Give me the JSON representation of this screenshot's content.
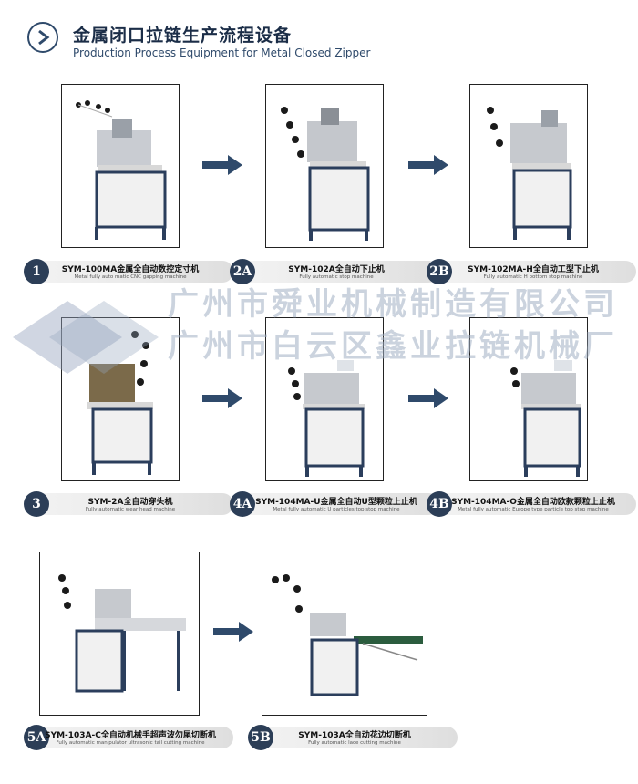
{
  "header": {
    "title_cn": "金属闭口拉链生产流程设备",
    "title_en": "Production Process Equipment for Metal Closed Zipper"
  },
  "watermark": {
    "line1": "广州市舜业机械制造有限公司",
    "line2": "广州市白云区鑫业拉链机械厂"
  },
  "machines": [
    {
      "badge": "1",
      "model": "SYM-100MA金属全自动数控定寸机",
      "desc": "Metal fully auto matic CNC gapping machine"
    },
    {
      "badge": "2A",
      "model": "SYM-102A全自动下止机",
      "desc": "Fully automatic  stop machine"
    },
    {
      "badge": "2B",
      "model": "SYM-102MA-H全自动工型下止机",
      "desc": "Fully automatic H bottom stop machine"
    },
    {
      "badge": "3",
      "model": "SYM-2A全自动穿头机",
      "desc": "Fully automatic wear head machine"
    },
    {
      "badge": "4A",
      "model": "SYM-104MA-U金属全自动U型颗粒上止机",
      "desc": "Metal fully automatic U particles top stop machine"
    },
    {
      "badge": "4B",
      "model": "SYM-104MA-O金属全自动欧款颗粒上止机",
      "desc": "Metal fully automatic Europe type particle top stop machine"
    },
    {
      "badge": "5A",
      "model": "SYM-103A-C全自动机械手超声波勿尾切断机",
      "desc": "Fully automatic manipulator ultrasonic tail cutting  machine"
    },
    {
      "badge": "5B",
      "model": "SYM-103A全自动花边切断机",
      "desc": "Fully automatic lace cutting machine"
    }
  ],
  "colors": {
    "navy": "#2c3e57",
    "arrow": "#2f4a6b",
    "cabinet": "#2b3e5c"
  },
  "icons": {
    "header": "chevron-right-icon",
    "arrow": "arrow-right-icon"
  }
}
